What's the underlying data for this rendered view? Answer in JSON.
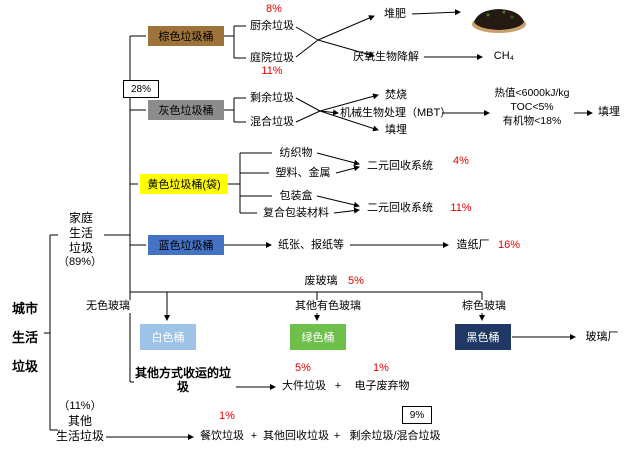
{
  "colors": {
    "red": "#e60000",
    "line": "#000000",
    "brown_bin": "#9e7339",
    "gray_bin": "#8c8c8c",
    "yellow_bin": "#ffff00",
    "blue_bin": "#4472c4",
    "white_bin": "#9dc3e6",
    "green_bin": "#6fbf4b",
    "black_bin": "#1f3864"
  },
  "tree": {
    "root": "城市\n生活\n垃圾",
    "household": "家庭\n生活\n垃圾",
    "household_pct": "（89%）",
    "other": "其他\n生活垃圾",
    "other_pct": "（11%）"
  },
  "bins": {
    "brown": "棕色垃圾桶",
    "gray": "灰色垃圾桶",
    "gray_pct": "28%",
    "yellow": "黄色垃圾桶(袋)",
    "blue": "蓝色垃圾桶",
    "white": "白色桶",
    "green": "绿色桶",
    "black": "黑色桶"
  },
  "brown_branch": {
    "kitchen": "厨余垃圾",
    "kitchen_pct": "8%",
    "yard": "庭院垃圾",
    "yard_pct": "11%",
    "compost": "堆肥",
    "anaerobic": "厌氧生物降解",
    "ch4": "CH₄"
  },
  "gray_branch": {
    "residual": "剩余垃圾",
    "mixed": "混合垃圾",
    "incineration": "焚烧",
    "mbt": "机械生物处理（MBT）",
    "landfill": "填埋",
    "criteria": "热值<6000kJ/kg\nTOC<5%\n有机物<18%",
    "landfill2": "填埋"
  },
  "yellow_branch": {
    "textile": "纺织物",
    "plastic_metal": "塑料、金属",
    "packaging": "包装盒",
    "composite": "复合包装材料",
    "dual1": "二元回收系统",
    "dual1_pct": "4%",
    "dual2": "二元回收系统",
    "dual2_pct": "11%"
  },
  "blue_branch": {
    "paper": "纸张、报纸等",
    "mill": "造纸厂",
    "mill_pct": "16%"
  },
  "glass_branch": {
    "title": "废玻璃",
    "title_pct": "5%",
    "colorless": "无色玻璃",
    "other_colored": "其他有色玻璃",
    "brown_glass": "棕色玻璃",
    "factory": "玻璃厂"
  },
  "other_branch": {
    "label": "其他方式收运的垃\n圾",
    "bulky_pct": "5%",
    "bulky": "大件垃圾",
    "plus": "+",
    "ewaste_pct": "1%",
    "ewaste": "电子废弃物"
  },
  "bottom_branch": {
    "catering_pct": "1%",
    "catering": "餐饮垃圾",
    "plus1": "+",
    "other_recycle": "其他回收垃圾",
    "plus2": "+",
    "residual_pct": "9%",
    "residual_mixed": "剩余垃圾/混合垃圾"
  }
}
